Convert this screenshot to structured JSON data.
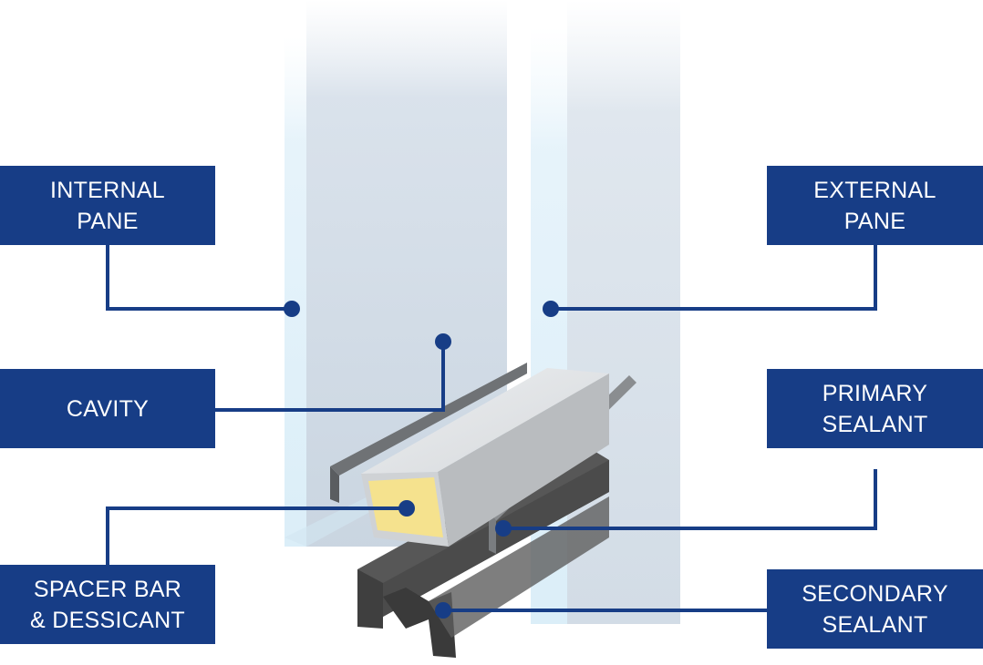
{
  "labels": {
    "internal_pane": {
      "line1": "INTERNAL",
      "line2": "PANE"
    },
    "cavity": {
      "line1": "CAVITY"
    },
    "spacer_bar": {
      "line1": "SPACER BAR",
      "line2": "& DESSICANT"
    },
    "external_pane": {
      "line1": "EXTERNAL",
      "line2": "PANE"
    },
    "primary_sealant": {
      "line1": "PRIMARY",
      "line2": "SEALANT"
    },
    "secondary_sealant": {
      "line1": "SECONDARY",
      "line2": "SEALANT"
    }
  },
  "colors": {
    "label_background": "#173d86",
    "leader_line": "#173d86",
    "label_text": "#ffffff",
    "desiccant": "#f5e28e",
    "glass": "#c9d6e2"
  }
}
